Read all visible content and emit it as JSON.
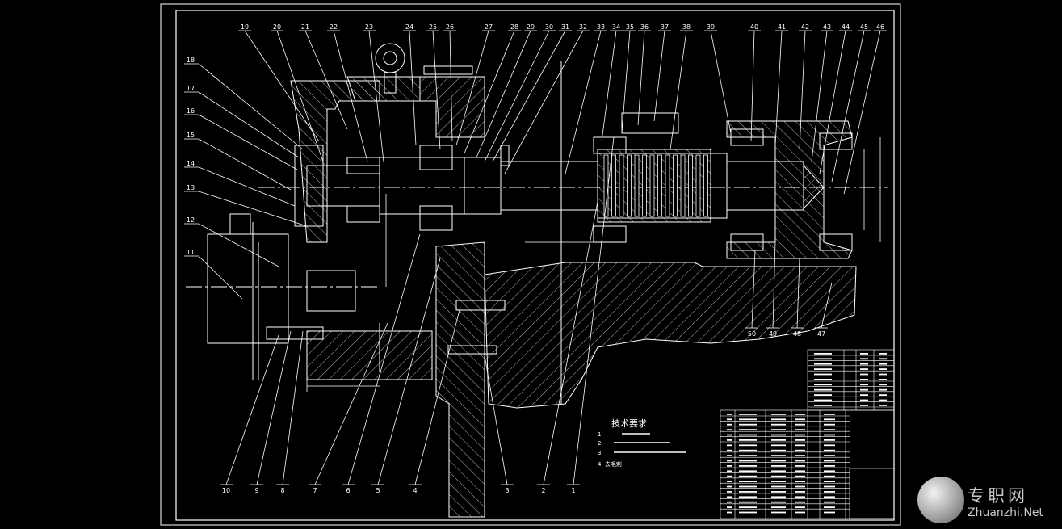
{
  "colors": {
    "background": "#000000",
    "line": "#ffffff",
    "hatch": "#ffffff"
  },
  "part_numbers_top": [
    "19",
    "20",
    "21",
    "22",
    "23",
    "24",
    "25",
    "26",
    "27",
    "28",
    "29",
    "30",
    "31",
    "32",
    "33",
    "34",
    "35",
    "36",
    "37",
    "38",
    "39",
    "40",
    "41",
    "42",
    "43",
    "44",
    "45",
    "46"
  ],
  "part_numbers_left": [
    "18",
    "17",
    "16",
    "15",
    "14",
    "13",
    "12",
    "11"
  ],
  "part_numbers_bottom": [
    "10",
    "9",
    "8",
    "7",
    "6",
    "5",
    "4",
    "3",
    "2",
    "1"
  ],
  "part_numbers_right_bottom": [
    "50",
    "49",
    "48",
    "47"
  ],
  "notes": {
    "title": "技术要求",
    "items": [
      "1.",
      "2.",
      "3.",
      "4. 去毛刺"
    ]
  },
  "watermark": {
    "brand_cn": "专职网",
    "brand_en": "Zhuanzhi.Net"
  }
}
